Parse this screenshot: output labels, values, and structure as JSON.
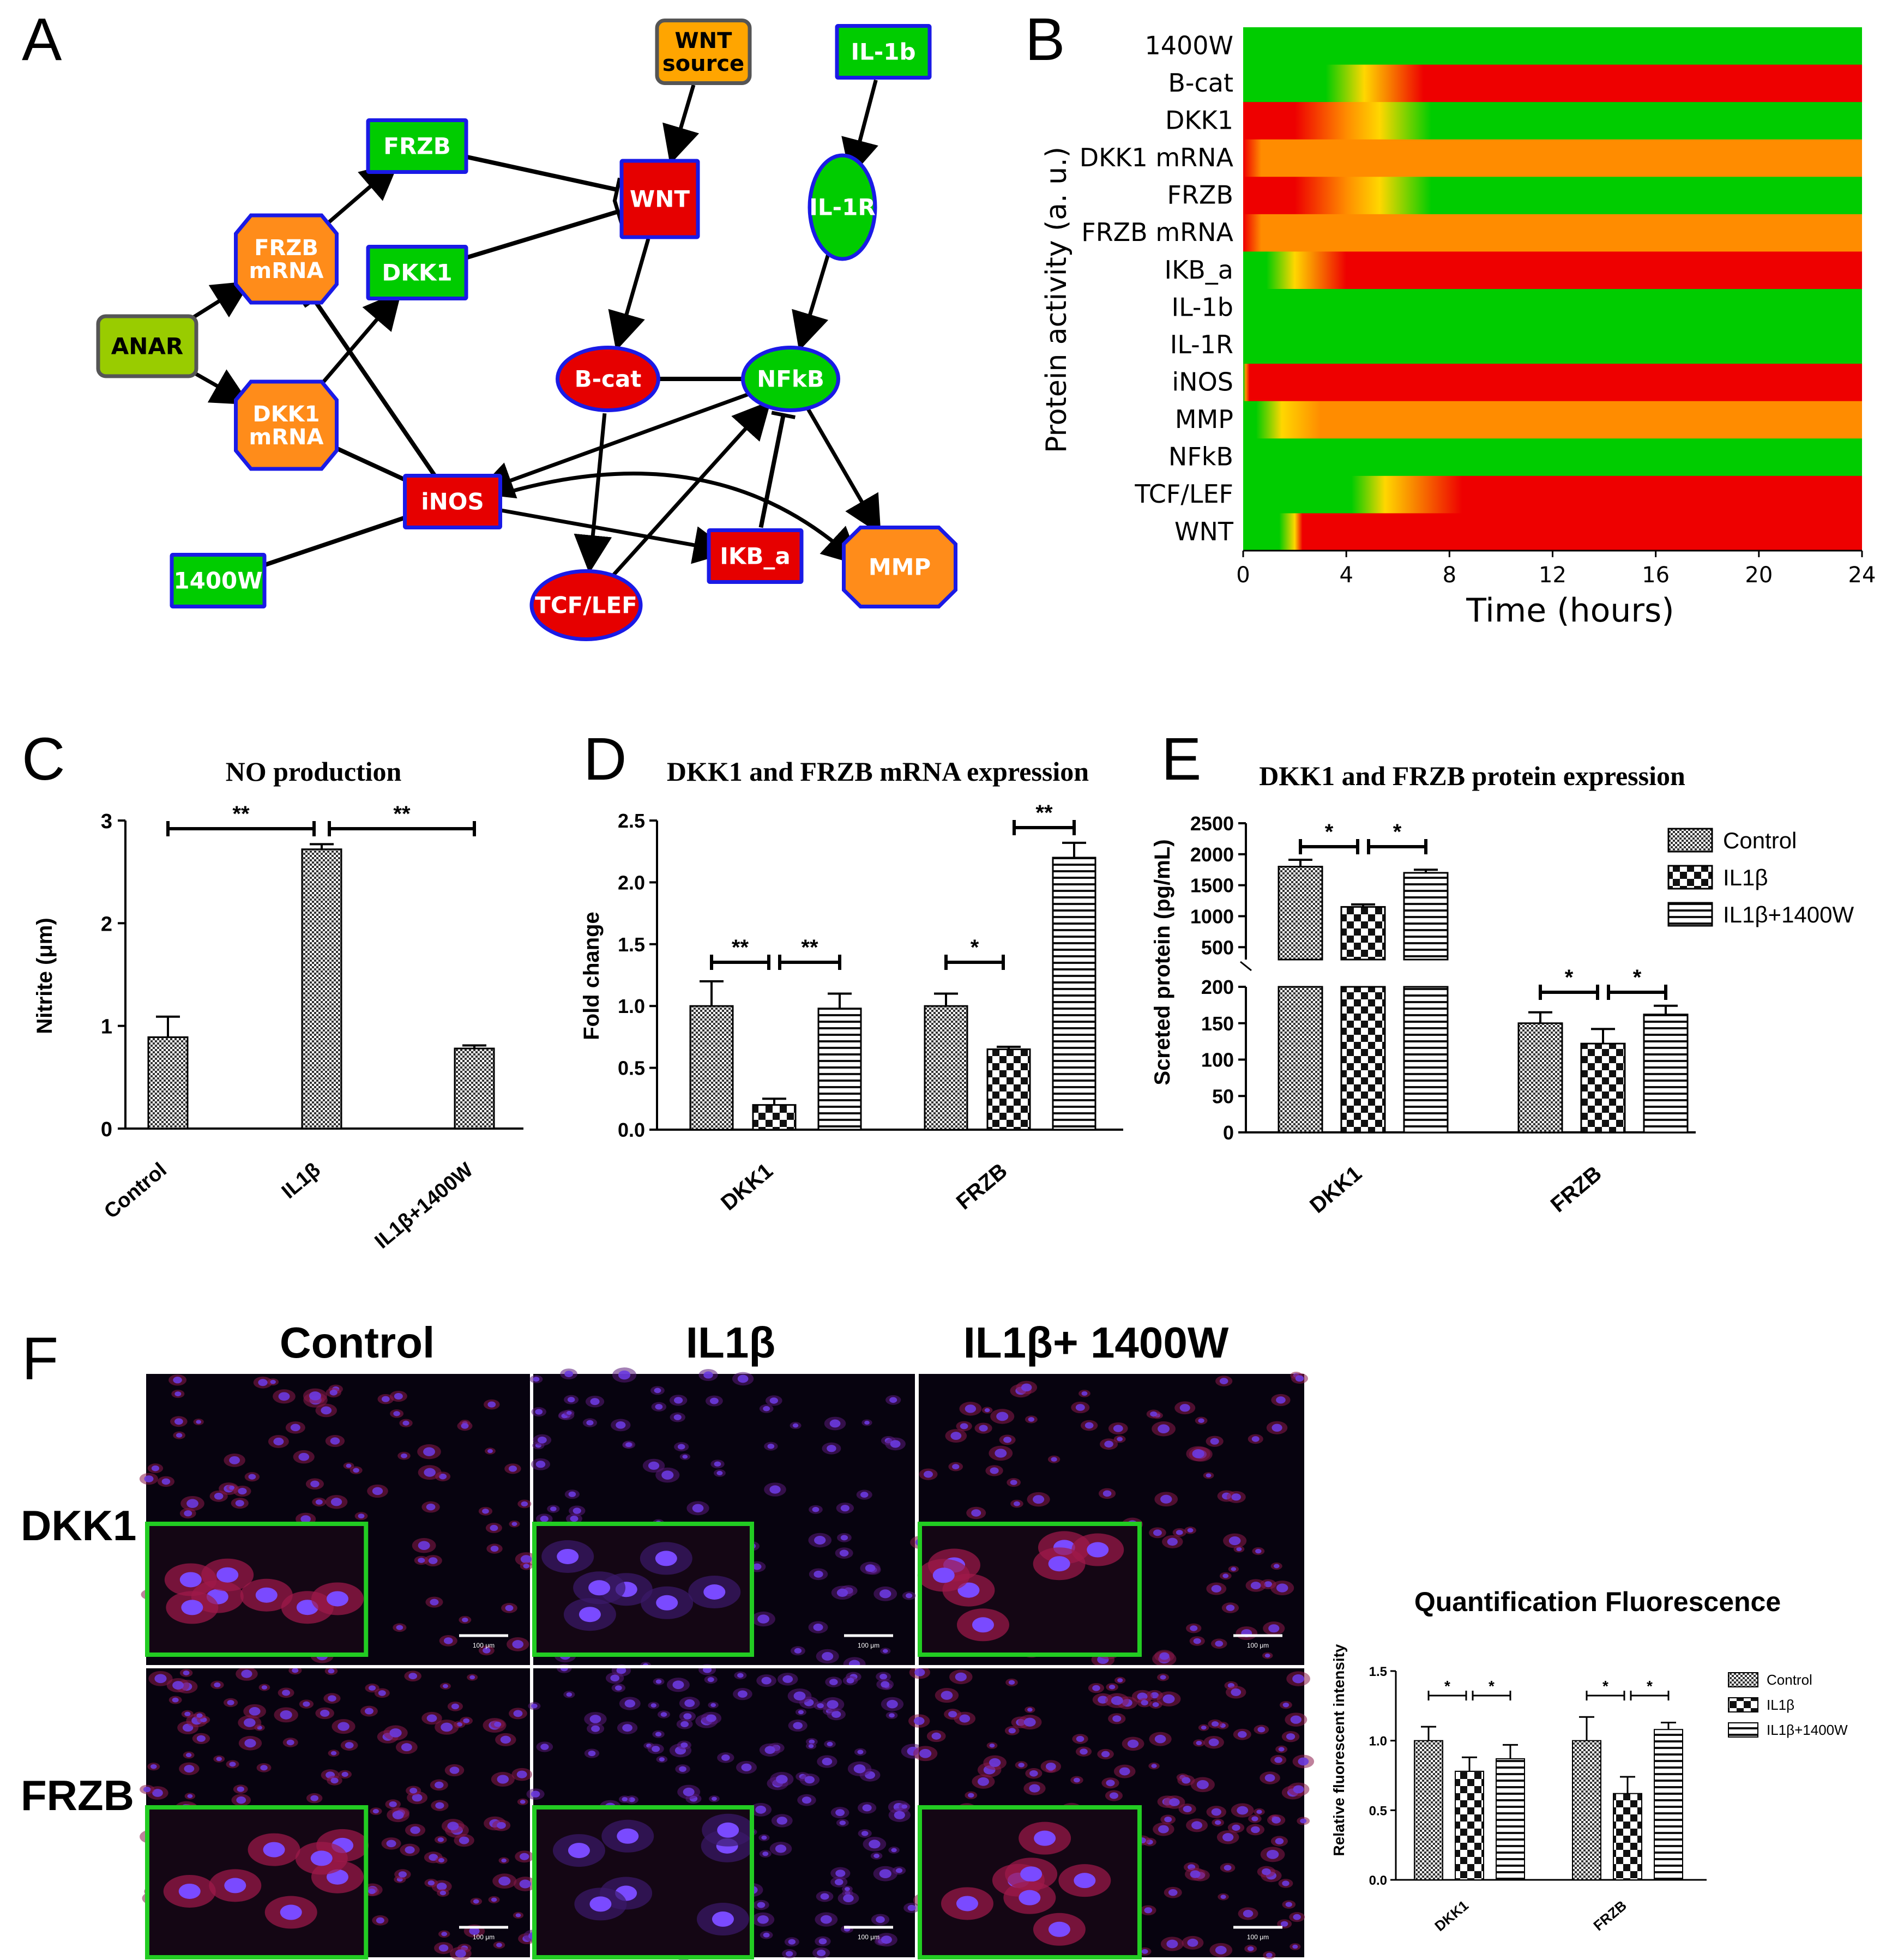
{
  "panel_labels": {
    "a": "A",
    "b": "B",
    "c": "C",
    "d": "D",
    "e": "E",
    "f": "F"
  },
  "network": {
    "nodes": [
      {
        "id": "wnt_source",
        "label": "WNT\nsource",
        "shape": "roundrect",
        "fill": "#FFA500",
        "stroke": "#555555"
      },
      {
        "id": "il1b",
        "label": "IL-1b",
        "shape": "rect",
        "fill": "#00CC00",
        "stroke": "#1A1AE6"
      },
      {
        "id": "frzb",
        "label": "FRZB",
        "shape": "rect",
        "fill": "#00CC00",
        "stroke": "#1A1AE6"
      },
      {
        "id": "wnt",
        "label": "WNT",
        "shape": "rect",
        "fill": "#E60000",
        "stroke": "#1A1AE6"
      },
      {
        "id": "il1r",
        "label": "IL-1R",
        "shape": "ellipse",
        "fill": "#00CC00",
        "stroke": "#1A1AE6"
      },
      {
        "id": "frzb_mrna",
        "label": "FRZB\nmRNA",
        "shape": "octagon",
        "fill": "#FF8C1A",
        "stroke": "#1A1AE6"
      },
      {
        "id": "dkk1",
        "label": "DKK1",
        "shape": "rect",
        "fill": "#00CC00",
        "stroke": "#1A1AE6"
      },
      {
        "id": "anar",
        "label": "ANAR",
        "shape": "roundrect",
        "fill": "#99CC00",
        "stroke": "#555555"
      },
      {
        "id": "bcat",
        "label": "B-cat",
        "shape": "ellipse",
        "fill": "#E60000",
        "stroke": "#1A1AE6"
      },
      {
        "id": "nfkb",
        "label": "NFkB",
        "shape": "ellipse",
        "fill": "#00CC00",
        "stroke": "#1A1AE6"
      },
      {
        "id": "dkk1_mrna",
        "label": "DKK1\nmRNA",
        "shape": "octagon",
        "fill": "#FF8C1A",
        "stroke": "#1A1AE6"
      },
      {
        "id": "inos",
        "label": "iNOS",
        "shape": "rect",
        "fill": "#E60000",
        "stroke": "#1A1AE6"
      },
      {
        "id": "ikba",
        "label": "IKB_a",
        "shape": "rect",
        "fill": "#E60000",
        "stroke": "#1A1AE6"
      },
      {
        "id": "mmp",
        "label": "MMP",
        "shape": "octagon",
        "fill": "#FF8C1A",
        "stroke": "#1A1AE6"
      },
      {
        "id": "w1400",
        "label": "1400W",
        "shape": "rect",
        "fill": "#00CC00",
        "stroke": "#1A1AE6"
      },
      {
        "id": "tcflef",
        "label": "TCF/LEF",
        "shape": "ellipse",
        "fill": "#E60000",
        "stroke": "#1A1AE6"
      }
    ],
    "edges": [
      {
        "from": "wnt_source",
        "to": "wnt",
        "type": "activation"
      },
      {
        "from": "il1b",
        "to": "il1r",
        "type": "activation"
      },
      {
        "from": "il1r",
        "to": "nfkb",
        "type": "activation"
      },
      {
        "from": "frzb",
        "to": "wnt",
        "type": "inhibition"
      },
      {
        "from": "dkk1",
        "to": "wnt",
        "type": "inhibition"
      },
      {
        "from": "wnt",
        "to": "bcat",
        "type": "activation"
      },
      {
        "from": "anar",
        "to": "frzb_mrna",
        "type": "activation"
      },
      {
        "from": "anar",
        "to": "dkk1_mrna",
        "type": "activation"
      },
      {
        "from": "frzb_mrna",
        "to": "frzb",
        "type": "activation"
      },
      {
        "from": "dkk1_mrna",
        "to": "dkk1",
        "type": "activation"
      },
      {
        "from": "bcat",
        "to": "nfkb",
        "type": "inhibition"
      },
      {
        "from": "bcat",
        "to": "tcflef",
        "type": "activation"
      },
      {
        "from": "nfkb",
        "to": "inos",
        "type": "activation"
      },
      {
        "from": "nfkb",
        "to": "mmp",
        "type": "activation"
      },
      {
        "from": "inos",
        "to": "frzb_mrna",
        "type": "inhibition"
      },
      {
        "from": "inos",
        "to": "dkk1_mrna",
        "type": "inhibition"
      },
      {
        "from": "inos",
        "to": "ikba",
        "type": "activation"
      },
      {
        "from": "inos",
        "to": "mmp",
        "type": "activation"
      },
      {
        "from": "w1400",
        "to": "inos",
        "type": "inhibition"
      },
      {
        "from": "ikba",
        "to": "nfkb",
        "type": "inhibition"
      },
      {
        "from": "tcflef",
        "to": "nfkb",
        "type": "activation"
      }
    ]
  },
  "chart_data": [
    {
      "panel": "B",
      "type": "heatmap",
      "ylabel": "Protein activity (a. u.)",
      "xlabel": "Time (hours)",
      "xlim": [
        0,
        24
      ],
      "xticks": [
        0,
        4,
        8,
        12,
        16,
        20,
        24
      ],
      "colors": {
        "green": "#00CC00",
        "yellow": "#FFD700",
        "orange": "#FF8C00",
        "red": "#EE0000"
      },
      "rows": [
        {
          "name": "1400W",
          "stops": [
            [
              0,
              "green"
            ],
            [
              24,
              "green"
            ]
          ]
        },
        {
          "name": "B-cat",
          "stops": [
            [
              0,
              "green"
            ],
            [
              3.2,
              "green"
            ],
            [
              4.7,
              "yellow"
            ],
            [
              7,
              "red"
            ],
            [
              24,
              "red"
            ]
          ]
        },
        {
          "name": "DKK1",
          "stops": [
            [
              0,
              "red"
            ],
            [
              2,
              "red"
            ],
            [
              4,
              "orange"
            ],
            [
              5.3,
              "yellow"
            ],
            [
              7.3,
              "green"
            ],
            [
              24,
              "green"
            ]
          ]
        },
        {
          "name": "DKK1 mRNA",
          "stops": [
            [
              0,
              "red"
            ],
            [
              0.7,
              "orange"
            ],
            [
              24,
              "orange"
            ]
          ]
        },
        {
          "name": "FRZB",
          "stops": [
            [
              0,
              "red"
            ],
            [
              2,
              "red"
            ],
            [
              4,
              "orange"
            ],
            [
              5.3,
              "yellow"
            ],
            [
              7.3,
              "green"
            ],
            [
              24,
              "green"
            ]
          ]
        },
        {
          "name": "FRZB mRNA",
          "stops": [
            [
              0,
              "red"
            ],
            [
              0.7,
              "orange"
            ],
            [
              24,
              "orange"
            ]
          ]
        },
        {
          "name": "IKB_a",
          "stops": [
            [
              0,
              "green"
            ],
            [
              0.9,
              "green"
            ],
            [
              2,
              "yellow"
            ],
            [
              4,
              "red"
            ],
            [
              24,
              "red"
            ]
          ]
        },
        {
          "name": "IL-1b",
          "stops": [
            [
              0,
              "green"
            ],
            [
              24,
              "green"
            ]
          ]
        },
        {
          "name": "IL-1R",
          "stops": [
            [
              0,
              "green"
            ],
            [
              24,
              "green"
            ]
          ]
        },
        {
          "name": "iNOS",
          "stops": [
            [
              0,
              "green"
            ],
            [
              0.1,
              "orange"
            ],
            [
              0.25,
              "red"
            ],
            [
              24,
              "red"
            ]
          ]
        },
        {
          "name": "MMP",
          "stops": [
            [
              0,
              "green"
            ],
            [
              0.5,
              "green"
            ],
            [
              1.5,
              "yellow"
            ],
            [
              3,
              "orange"
            ],
            [
              24,
              "orange"
            ]
          ]
        },
        {
          "name": "NFkB",
          "stops": [
            [
              0,
              "green"
            ],
            [
              24,
              "green"
            ]
          ]
        },
        {
          "name": "TCF/LEF",
          "stops": [
            [
              0,
              "green"
            ],
            [
              4.2,
              "green"
            ],
            [
              5.5,
              "yellow"
            ],
            [
              8.5,
              "red"
            ],
            [
              24,
              "red"
            ]
          ]
        },
        {
          "name": "WNT",
          "stops": [
            [
              0,
              "green"
            ],
            [
              1.4,
              "green"
            ],
            [
              2,
              "yellow"
            ],
            [
              2.3,
              "red"
            ],
            [
              24,
              "red"
            ]
          ]
        }
      ]
    },
    {
      "panel": "C",
      "type": "bar",
      "title": "NO production",
      "ylabel": "Nitrite (μm)",
      "ylim": [
        0,
        3
      ],
      "yticks": [
        0,
        1,
        2,
        3
      ],
      "categories": [
        "Control",
        "IL1β",
        "IL1β+1400W"
      ],
      "values": [
        0.89,
        2.72,
        0.78
      ],
      "errors": [
        0.2,
        0.05,
        0.03
      ],
      "significance": [
        {
          "between": [
            0,
            1
          ],
          "label": "**"
        },
        {
          "between": [
            1,
            2
          ],
          "label": "**"
        }
      ]
    },
    {
      "panel": "D",
      "type": "bar",
      "title": "DKK1 and FRZB mRNA expression",
      "ylabel": "Fold change",
      "ylim": [
        0,
        2.5
      ],
      "yticks": [
        "0.0",
        "0.5",
        "1.0",
        "1.5",
        "2.0",
        "2.5"
      ],
      "categories": [
        "DKK1",
        "FRZB"
      ],
      "series": [
        {
          "name": "Control",
          "values": [
            1.0,
            1.0
          ],
          "errors": [
            0.2,
            0.1
          ]
        },
        {
          "name": "IL1β",
          "values": [
            0.2,
            0.65
          ],
          "errors": [
            0.05,
            0.02
          ]
        },
        {
          "name": "IL1β+1400W",
          "values": [
            0.98,
            2.2
          ],
          "errors": [
            0.12,
            0.12
          ]
        }
      ],
      "significance": [
        {
          "group": 0,
          "between": [
            0,
            1
          ],
          "label": "**"
        },
        {
          "group": 0,
          "between": [
            1,
            2
          ],
          "label": "**"
        },
        {
          "group": 1,
          "between": [
            0,
            1
          ],
          "label": "*"
        },
        {
          "group": 1,
          "between": [
            1,
            2
          ],
          "label": "**"
        }
      ]
    },
    {
      "panel": "E",
      "type": "bar",
      "title": "DKK1 and FRZB protein expression",
      "ylabel": "Screted protein (pg/mL)",
      "axis_break": {
        "lower": [
          0,
          200
        ],
        "upper": [
          300,
          2500
        ]
      },
      "yticks_lower": [
        0,
        50,
        100,
        150,
        200
      ],
      "yticks_upper": [
        500,
        1000,
        1500,
        2000,
        2500
      ],
      "categories": [
        "DKK1",
        "FRZB"
      ],
      "series": [
        {
          "name": "Control",
          "values": [
            1800,
            150
          ],
          "errors": [
            110,
            15
          ]
        },
        {
          "name": "IL1β",
          "values": [
            1150,
            122
          ],
          "errors": [
            40,
            20
          ]
        },
        {
          "name": "IL1β+1400W",
          "values": [
            1700,
            162
          ],
          "errors": [
            50,
            12
          ]
        }
      ],
      "significance": [
        {
          "group": 0,
          "between": [
            0,
            1
          ],
          "label": "*"
        },
        {
          "group": 0,
          "between": [
            1,
            2
          ],
          "label": "*"
        },
        {
          "group": 1,
          "between": [
            0,
            1
          ],
          "label": "*"
        },
        {
          "group": 1,
          "between": [
            1,
            2
          ],
          "label": "*"
        }
      ],
      "legend": [
        "Control",
        "IL1β",
        "IL1β+1400W"
      ]
    },
    {
      "panel": "F",
      "type": "bar",
      "title": "Quantification Fluorescence",
      "ylabel": "Relative fluorescent intensity",
      "ylim": [
        0,
        1.5
      ],
      "yticks": [
        "0.0",
        "0.5",
        "1.0",
        "1.5"
      ],
      "categories": [
        "DKK1",
        "FRZB"
      ],
      "series": [
        {
          "name": "Control",
          "values": [
            1.0,
            1.0
          ],
          "errors": [
            0.1,
            0.17
          ]
        },
        {
          "name": "IL1β",
          "values": [
            0.78,
            0.62
          ],
          "errors": [
            0.1,
            0.12
          ]
        },
        {
          "name": "IL1β+1400W",
          "values": [
            0.87,
            1.08
          ],
          "errors": [
            0.1,
            0.05
          ]
        }
      ],
      "significance": [
        {
          "group": 0,
          "between": [
            0,
            1
          ],
          "label": "*"
        },
        {
          "group": 0,
          "between": [
            1,
            2
          ],
          "label": "*"
        },
        {
          "group": 1,
          "between": [
            0,
            1
          ],
          "label": "*"
        },
        {
          "group": 1,
          "between": [
            1,
            2
          ],
          "label": "*"
        }
      ],
      "legend": [
        "Control",
        "IL1β",
        "IL1β+1400W"
      ]
    }
  ],
  "micrographs": {
    "columns": [
      "Control",
      "IL1β",
      "IL1β+ 1400W"
    ],
    "rows": [
      "DKK1",
      "FRZB"
    ],
    "scale_bar": "100 μm"
  }
}
